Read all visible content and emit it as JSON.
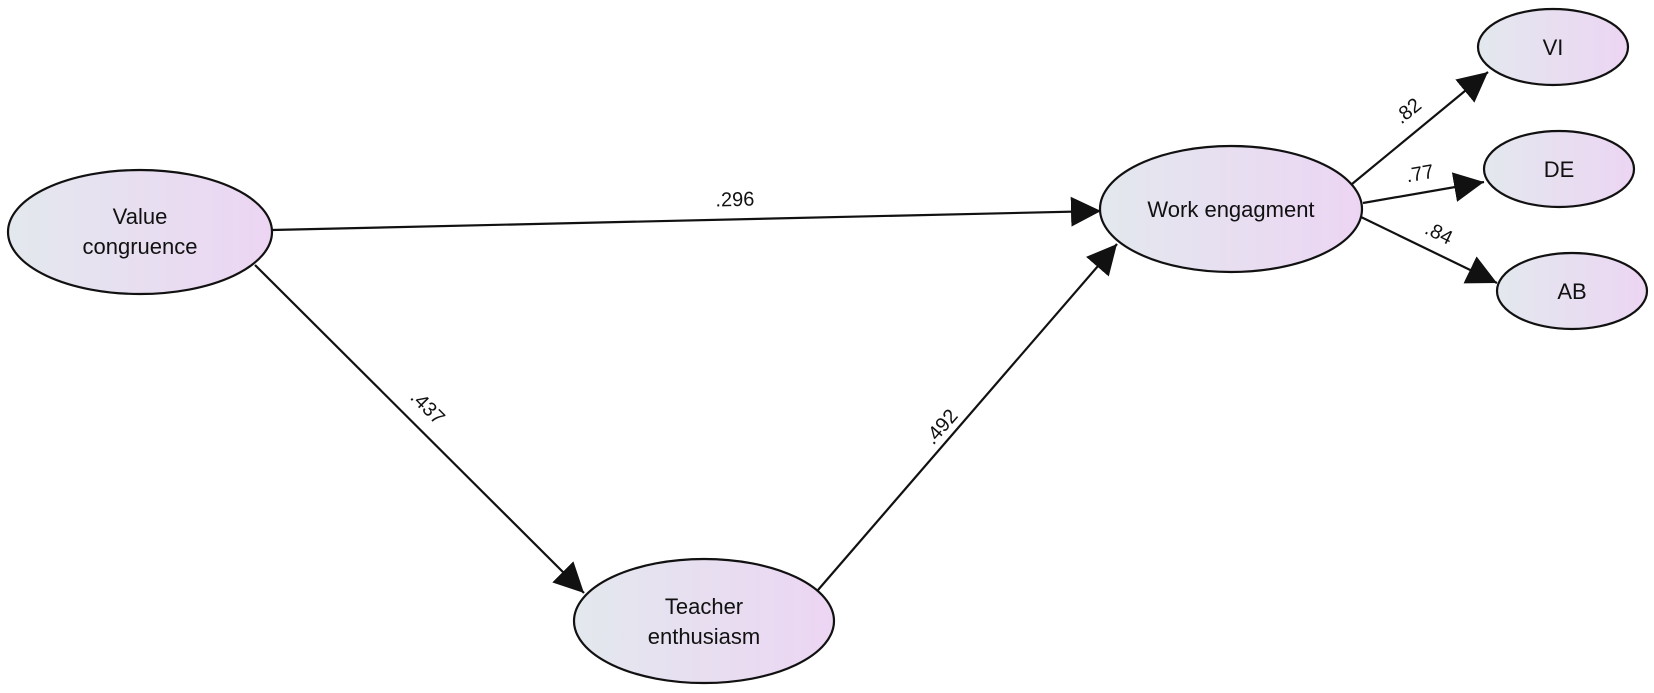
{
  "nodes": {
    "value_congruence": {
      "line1": "Value",
      "line2": "congruence"
    },
    "teacher_enthusiasm": {
      "line1": "Teacher",
      "line2": "enthusiasm"
    },
    "work_engagement": {
      "label": "Work engagment"
    },
    "vi": {
      "label": "VI"
    },
    "de": {
      "label": "DE"
    },
    "ab": {
      "label": "AB"
    }
  },
  "edges": {
    "vc_to_we": {
      "coef": ".296"
    },
    "vc_to_te": {
      "coef": ".437"
    },
    "te_to_we": {
      "coef": ".492"
    },
    "we_to_vi": {
      "coef": ".82"
    },
    "we_to_de": {
      "coef": ".77"
    },
    "we_to_ab": {
      "coef": ".84"
    }
  },
  "colors": {
    "node_fill_start": "#e3e8ee",
    "node_fill_end": "#ecd5f3",
    "stroke": "#111111"
  }
}
